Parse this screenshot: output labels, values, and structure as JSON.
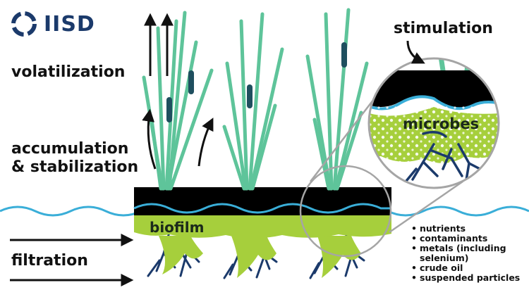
{
  "brand": {
    "name": "IISD",
    "logo_icon": "iisd-ring-logo"
  },
  "labels": {
    "volatilization": "volatilization",
    "accumulation_line1": "accumulation",
    "accumulation_line2": "& stabilization",
    "filtration": "filtration",
    "stimulation": "stimulation",
    "biofilm": "biofilm",
    "microbes": "microbes"
  },
  "pollutants": [
    "nutrients",
    "contaminants",
    "metals (including selenium)",
    "crude oil",
    "suspended particles"
  ],
  "colors": {
    "plant": "#5ec49a",
    "cattail": "#1f4f5f",
    "mat": "#000000",
    "water": "#3aaed8",
    "biofilm": "#a6cf3c",
    "roots": "#1b3a6b",
    "brand": "#1b3a6b",
    "zoom_line": "#a5a5a5"
  }
}
